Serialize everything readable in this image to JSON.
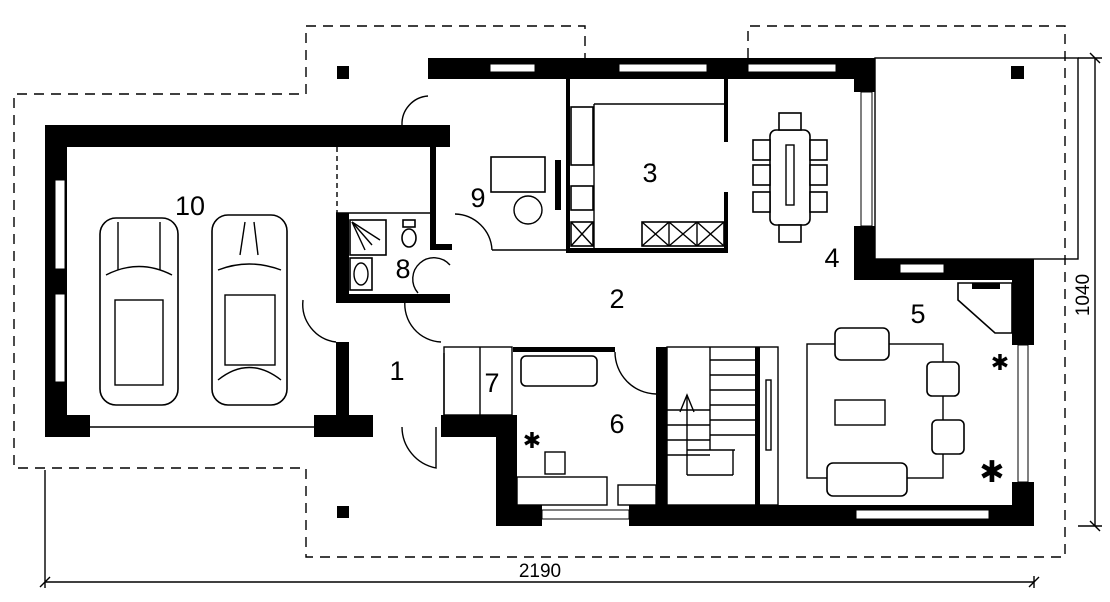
{
  "plan": {
    "rooms": [
      {
        "number": "1"
      },
      {
        "number": "2"
      },
      {
        "number": "3"
      },
      {
        "number": "4"
      },
      {
        "number": "5"
      },
      {
        "number": "6"
      },
      {
        "number": "7"
      },
      {
        "number": "8"
      },
      {
        "number": "9"
      },
      {
        "number": "10"
      }
    ],
    "dimensions": {
      "width": "2190",
      "depth": "1040"
    },
    "colors": {
      "wall": "#000000",
      "background": "#ffffff"
    }
  }
}
